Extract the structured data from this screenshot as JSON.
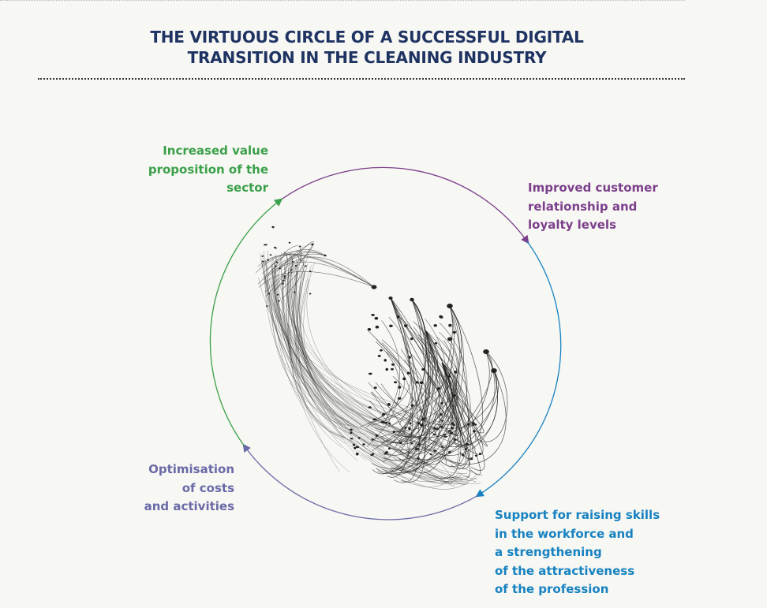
{
  "title": {
    "line1": "THE VIRTUOUS CIRCLE OF A SUCCESSFUL DIGITAL",
    "line2": "TRANSITION IN THE CLEANING INDUSTRY"
  },
  "labels": {
    "increased_value": [
      "Increased value",
      "proposition of the sector"
    ],
    "improved_customer": [
      "Improved customer",
      "relationship and",
      "loyalty levels"
    ],
    "optimisation": [
      "Optimisation",
      "of costs",
      "and activities"
    ],
    "support": [
      "Support for raising skills",
      "in the workforce and",
      "a strengthening",
      "of the attractiveness",
      "of the profession"
    ]
  },
  "colors": {
    "title": "#1f3363",
    "green": "#3aa04a",
    "purple": "#7c3f8c",
    "blue": "#1682c1",
    "lavender": "#6a6aa8",
    "network": "#222222"
  }
}
